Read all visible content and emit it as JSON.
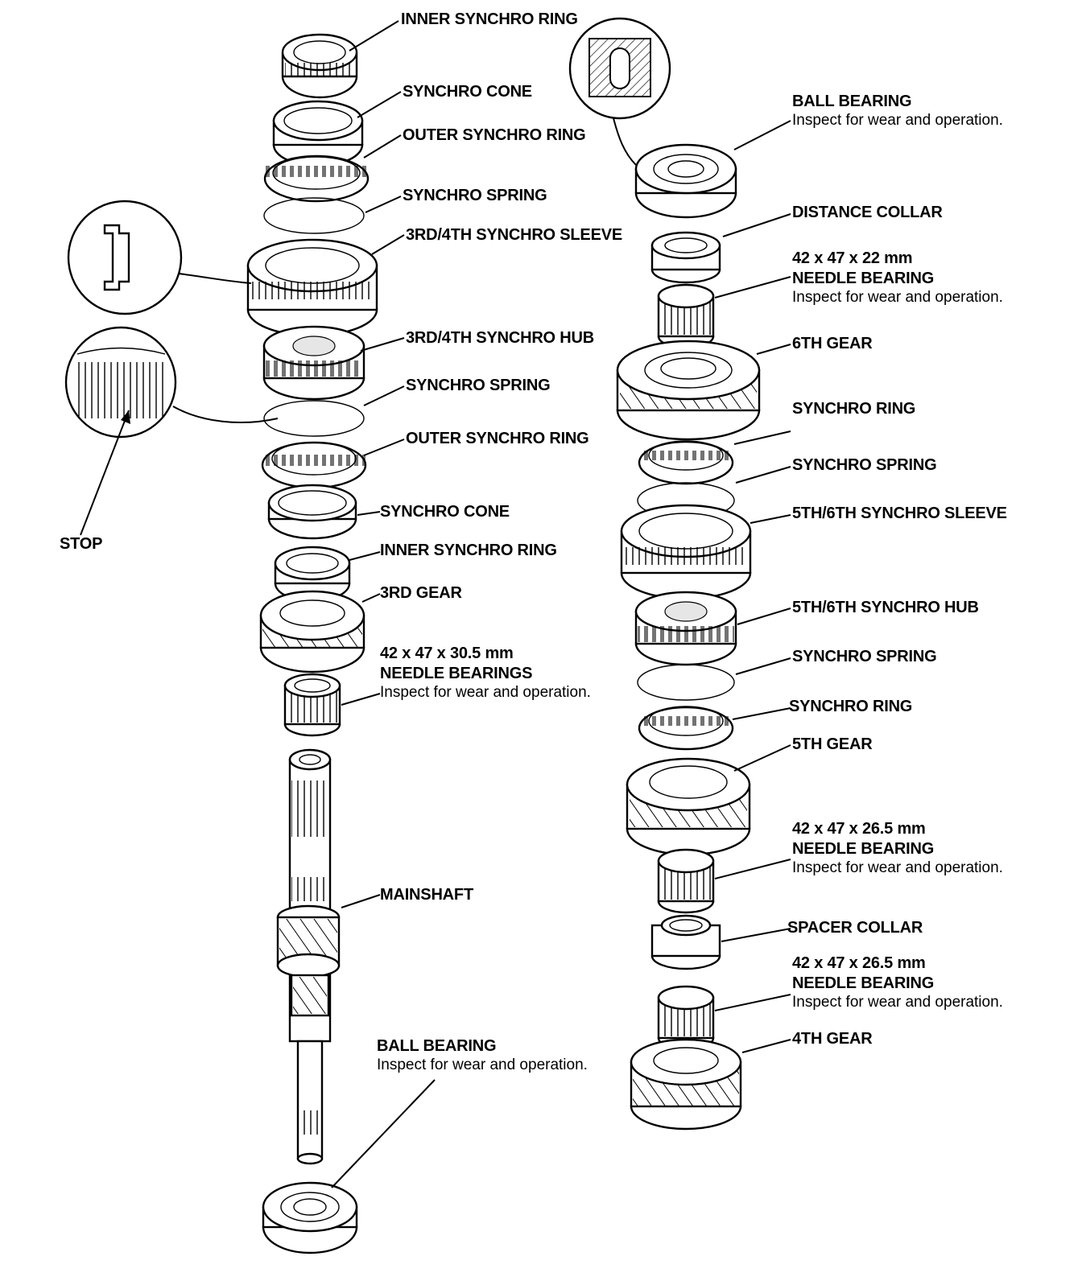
{
  "colors": {
    "ink": "#000000",
    "paper": "#ffffff"
  },
  "left_column": {
    "inner_synchro_ring_top": "INNER SYNCHRO RING",
    "synchro_cone_top": "SYNCHRO CONE",
    "outer_synchro_ring_top": "OUTER SYNCHRO RING",
    "synchro_spring_top": "SYNCHRO SPRING",
    "synchro_sleeve_34": "3RD/4TH SYNCHRO SLEEVE",
    "synchro_hub_34": "3RD/4TH SYNCHRO HUB",
    "synchro_spring_bottom": "SYNCHRO SPRING",
    "outer_synchro_ring_bottom": "OUTER SYNCHRO RING",
    "synchro_cone_bottom": "SYNCHRO CONE",
    "inner_synchro_ring_bottom": "INNER SYNCHRO RING",
    "third_gear": "3RD GEAR",
    "needle_bearings_size": "42 x 47 x 30.5 mm",
    "needle_bearings": "NEEDLE BEARINGS",
    "needle_bearings_note": "Inspect for wear and operation.",
    "mainshaft": "MAINSHAFT",
    "ball_bearing": "BALL BEARING",
    "ball_bearing_note": "Inspect for wear and operation.",
    "stop": "STOP"
  },
  "right_column": {
    "ball_bearing": "BALL BEARING",
    "ball_bearing_note": "Inspect for wear and operation.",
    "distance_collar": "DISTANCE COLLAR",
    "needle_bearing_22_size": "42 x 47 x 22 mm",
    "needle_bearing_22": "NEEDLE BEARING",
    "needle_bearing_22_note": "Inspect for wear and operation.",
    "sixth_gear": "6TH GEAR",
    "synchro_ring_top": "SYNCHRO RING",
    "synchro_spring_top": "SYNCHRO SPRING",
    "synchro_sleeve_56": "5TH/6TH SYNCHRO SLEEVE",
    "synchro_hub_56": "5TH/6TH SYNCHRO HUB",
    "synchro_spring_bottom": "SYNCHRO SPRING",
    "synchro_ring_bottom": "SYNCHRO RING",
    "fifth_gear": "5TH GEAR",
    "needle_bearing_265a_size": "42 x 47 x 26.5 mm",
    "needle_bearing_265a": "NEEDLE BEARING",
    "needle_bearing_265a_note": "Inspect for wear and operation.",
    "spacer_collar": "SPACER COLLAR",
    "needle_bearing_265b_size": "42 x 47 x 26.5 mm",
    "needle_bearing_265b": "NEEDLE BEARING",
    "needle_bearing_265b_note": "Inspect for wear and operation.",
    "fourth_gear": "4TH GEAR"
  }
}
